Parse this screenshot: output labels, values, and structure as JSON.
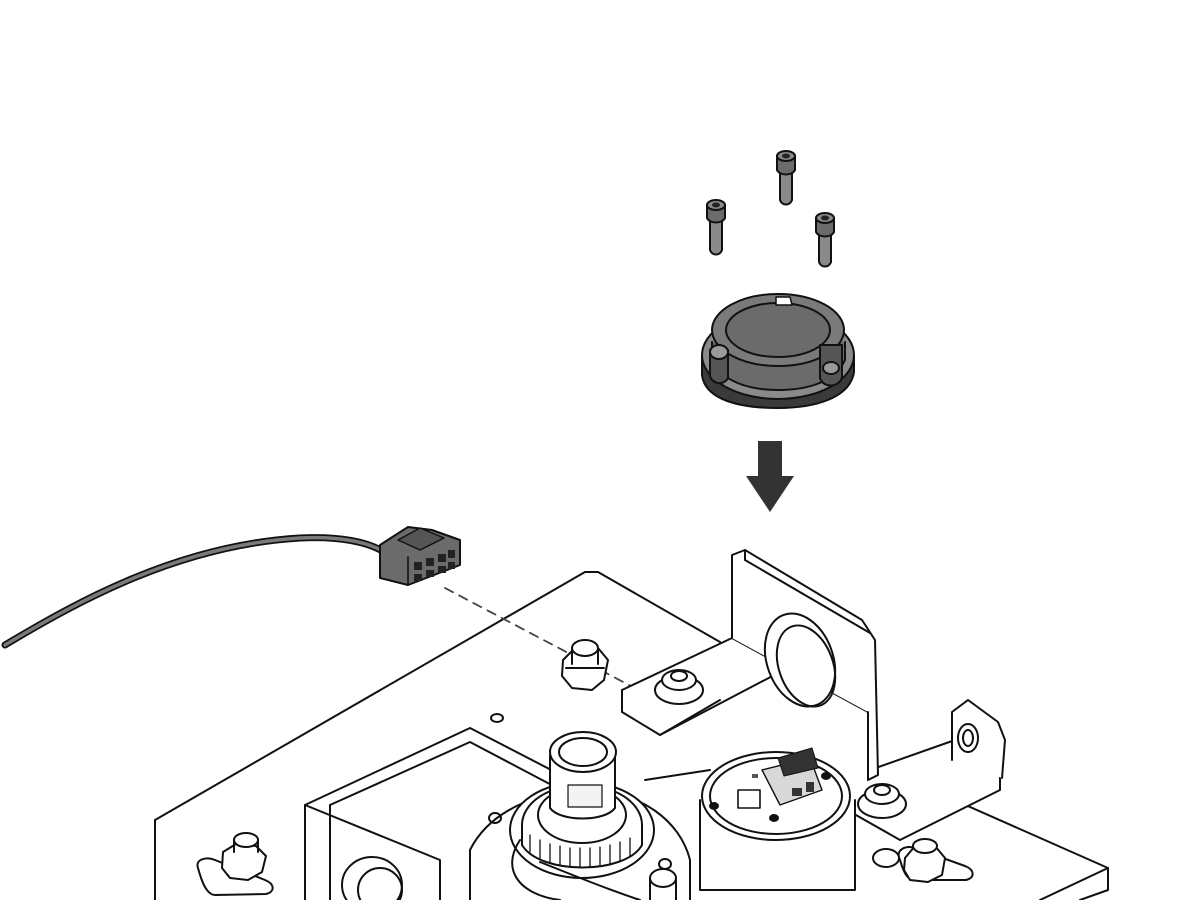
{
  "diagram": {
    "type": "exploded-assembly-illustration",
    "step_direction": "down",
    "colors": {
      "background": "#ffffff",
      "line": "#111111",
      "part_fill": "#6b6b6b",
      "part_fill_light": "#9a9a9a",
      "arrow": "#333333"
    },
    "parts": [
      {
        "name": "cap-screw",
        "count": 3
      },
      {
        "name": "encoder-cover",
        "count": 1
      },
      {
        "name": "connector-cable",
        "count": 1
      },
      {
        "name": "encoder-board",
        "count": 1
      },
      {
        "name": "mounting-bracket",
        "count": 1
      },
      {
        "name": "base-plate",
        "count": 1
      }
    ]
  }
}
